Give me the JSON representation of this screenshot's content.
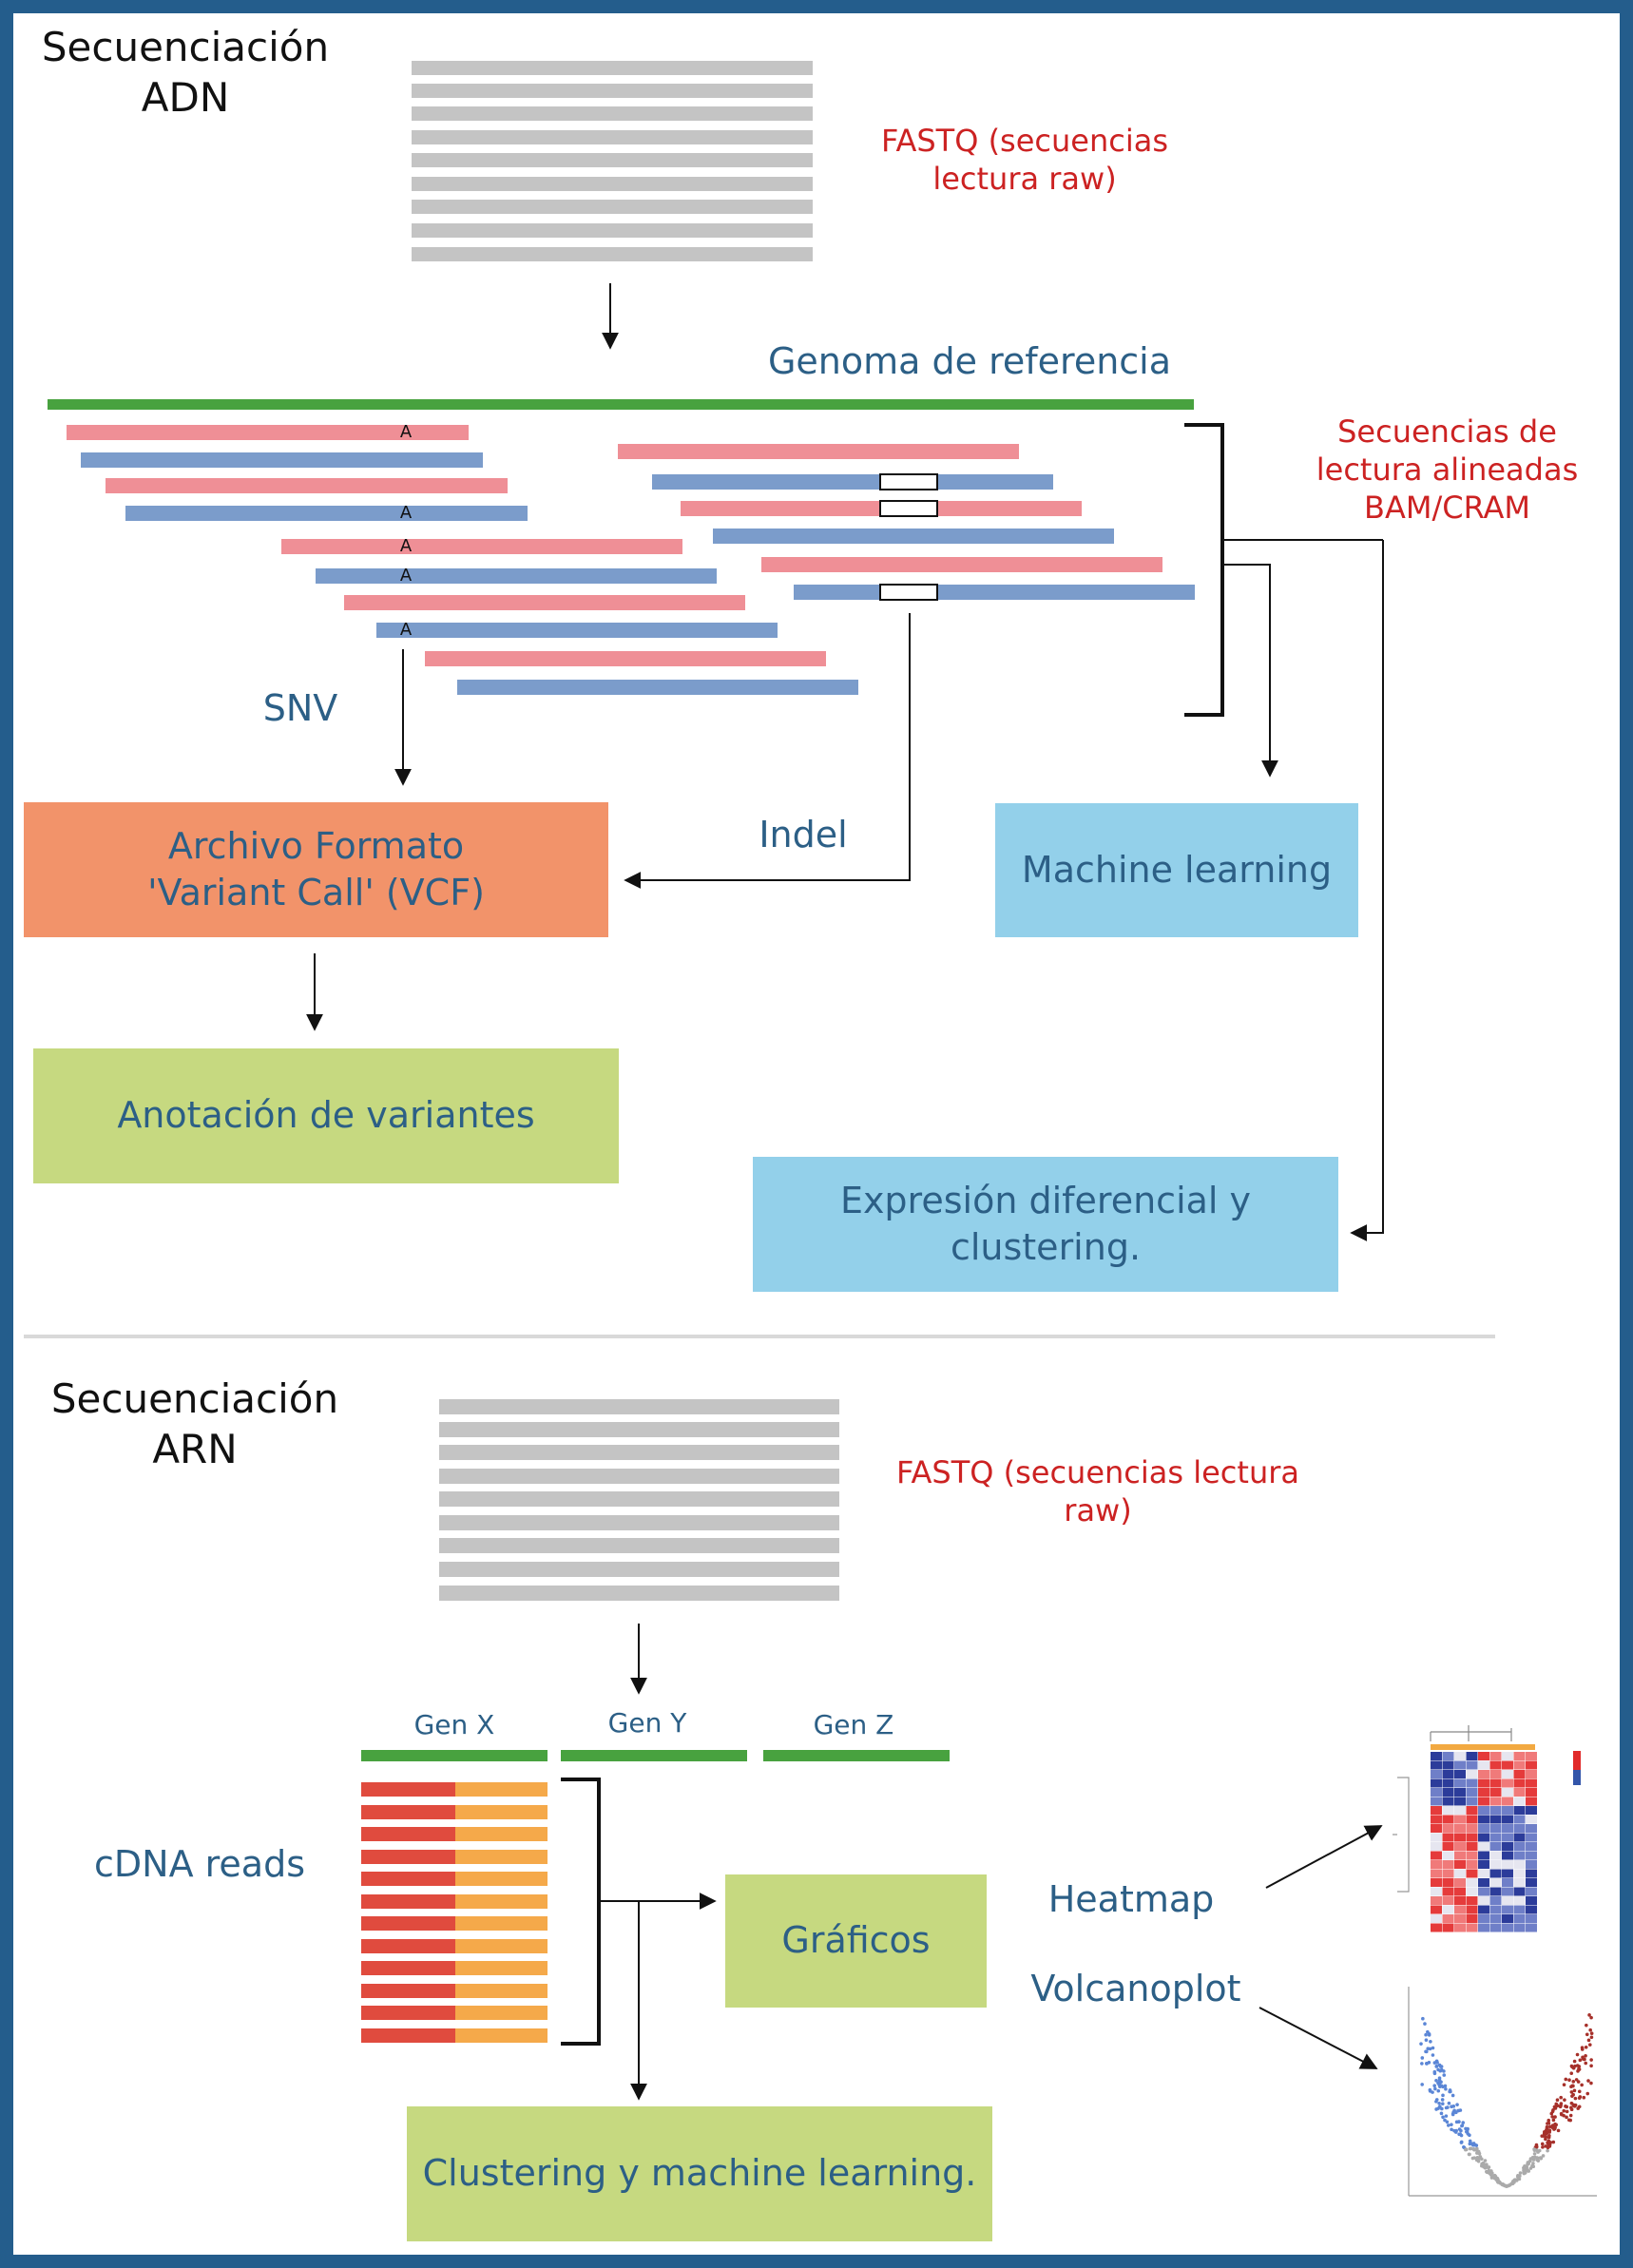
{
  "colors": {
    "frame": "#245d8c",
    "title_text": "#111111",
    "blue_text": "#2c5f86",
    "red_text": "#cc2222",
    "gray_read": "#c4c4c4",
    "green_line": "#48a23f",
    "pink_read": "#ef8f96",
    "blue_read": "#7b9ccb",
    "orange_box": "#f2936a",
    "green_box": "#c6d980",
    "light_blue_box": "#93d0ea",
    "cdna_red": "#e04b3e",
    "cdna_orange": "#f5a94a"
  },
  "dna": {
    "title": "Secuenciación\nADN",
    "fastq_label": "FASTQ (secuencias\nlectura raw)",
    "reference_label": "Genoma de referencia",
    "aligned_label": "Secuencias de\nlectura alineadas\nBAM/CRAM",
    "snv_base": "A",
    "snv_label": "SNV",
    "indel_label": "Indel",
    "vcf_box": "Archivo Formato\n'Variant Call' (VCF)",
    "annotation_box": "Anotación de variantes",
    "ml_box": "Machine learning",
    "expression_box": "Expresión diferencial y\nclustering."
  },
  "rna": {
    "title": "Secuenciación\nARN",
    "fastq_label": "FASTQ (secuencias lectura\nraw)",
    "genes": [
      "Gen X",
      "Gen Y",
      "Gen Z"
    ],
    "cdna_label": "cDNA reads",
    "graphics_box": "Gráficos",
    "heatmap_label": "Heatmap",
    "volcano_label": "Volcanoplot",
    "clustering_box": "Clustering y machine learning."
  }
}
